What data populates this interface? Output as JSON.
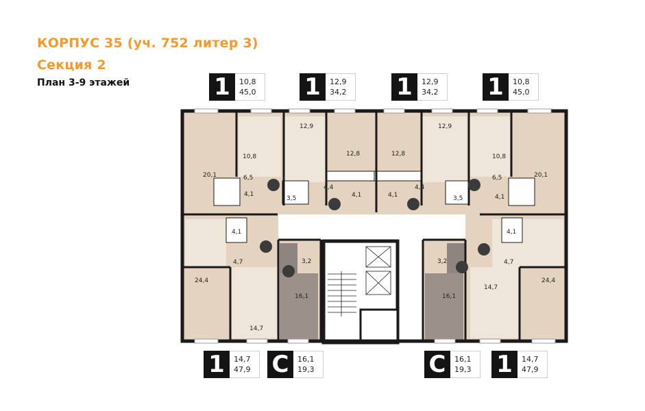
{
  "header": {
    "building": "КОРПУС 35 (уч. 752 литер 3)",
    "section": "Секция 2",
    "plan": "План 3-9 этажей"
  },
  "colors": {
    "accent": "#f39a2d",
    "room": "#e3d3bf",
    "wall": "#1a1a1a",
    "bath": "#8f8580"
  },
  "apartments": {
    "top": [
      {
        "type": "1",
        "living": "10,8",
        "total": "45,0"
      },
      {
        "type": "1",
        "living": "12,9",
        "total": "34,2"
      },
      {
        "type": "1",
        "living": "12,9",
        "total": "34,2"
      },
      {
        "type": "1",
        "living": "10,8",
        "total": "45,0"
      }
    ],
    "bottom": [
      {
        "type": "1",
        "living": "14,7",
        "total": "47,9"
      },
      {
        "type": "С",
        "living": "16,1",
        "total": "19,3"
      },
      {
        "type": "С",
        "living": "16,1",
        "total": "19,3"
      },
      {
        "type": "1",
        "living": "14,7",
        "total": "47,9"
      }
    ]
  },
  "room_labels": {
    "r1": "20,1",
    "r2": "10,8",
    "r3": "6,5",
    "r4": "4,1",
    "r5": "3,5",
    "r6": "12,9",
    "r7": "12,8",
    "r8": "4,4",
    "r9": "4,1",
    "r10": "12,8",
    "r11": "12,9",
    "r12": "4,1",
    "r13": "4,4",
    "r14": "3,5",
    "r15": "10,8",
    "r16": "20,1",
    "r17": "6,5",
    "r18": "4,1",
    "r19": "4,1",
    "r20": "4,7",
    "r21": "24,4",
    "r22": "14,7",
    "r23": "3,2",
    "r24": "16,1",
    "r25": "3,2",
    "r26": "16,1",
    "r27": "4,1",
    "r28": "4,7",
    "r29": "14,7",
    "r30": "24,4"
  }
}
